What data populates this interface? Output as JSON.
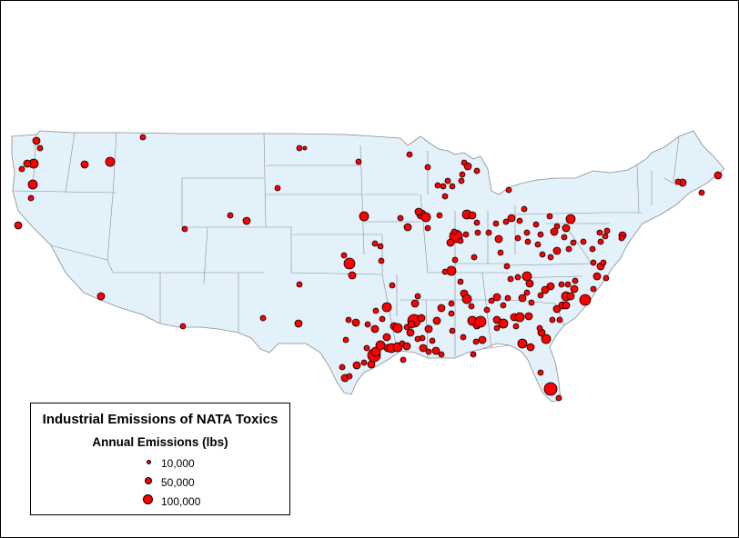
{
  "map": {
    "colors": {
      "land": "#e3f1fb",
      "border": "#8c8c8c",
      "marker_fill": "#ff0000",
      "marker_stroke": "#000000"
    }
  },
  "legend": {
    "title": "Industrial Emissions of NATA Toxics",
    "subtitle": "Annual Emissions (lbs)",
    "entries": [
      {
        "label": "10,000",
        "value": 10000
      },
      {
        "label": "50,000",
        "value": 50000
      },
      {
        "label": "100,000",
        "value": 100000
      }
    ]
  }
}
